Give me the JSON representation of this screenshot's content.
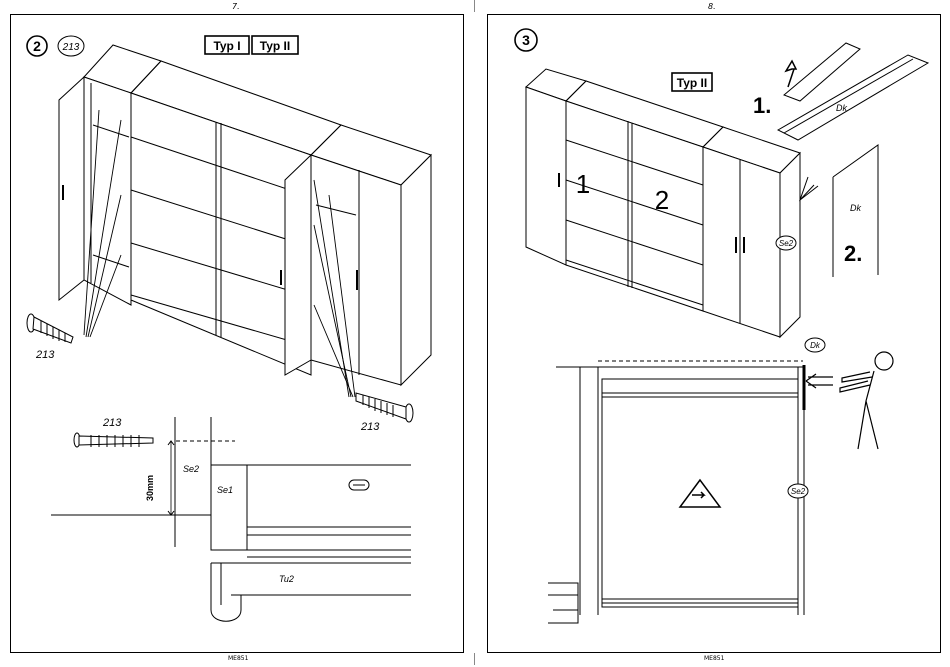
{
  "left_page": {
    "page_number": "7.",
    "step_number": "2",
    "screw_part_circle": "213",
    "type_labels": [
      "Typ I",
      "Typ II"
    ],
    "screw_label_left": "213",
    "screw_label_right": "213",
    "detail": {
      "screw_label": "213",
      "panel_label_se2": "Se2",
      "panel_label_se1": "Se1",
      "dimension": "30mm",
      "rail_label": "Tu2"
    },
    "footer": "ME851"
  },
  "right_page": {
    "page_number": "8.",
    "step_number": "3",
    "type_label": "Typ II",
    "door_label_1": "1",
    "door_label_2": "2",
    "panel_label_se2": "Se2",
    "step_a": "1.",
    "step_b": "2.",
    "strip_label_a": "Dk",
    "strip_label_b": "Dk",
    "detail": {
      "dk_label": "Dk",
      "se2_label": "Se2"
    },
    "footer": "ME851"
  }
}
